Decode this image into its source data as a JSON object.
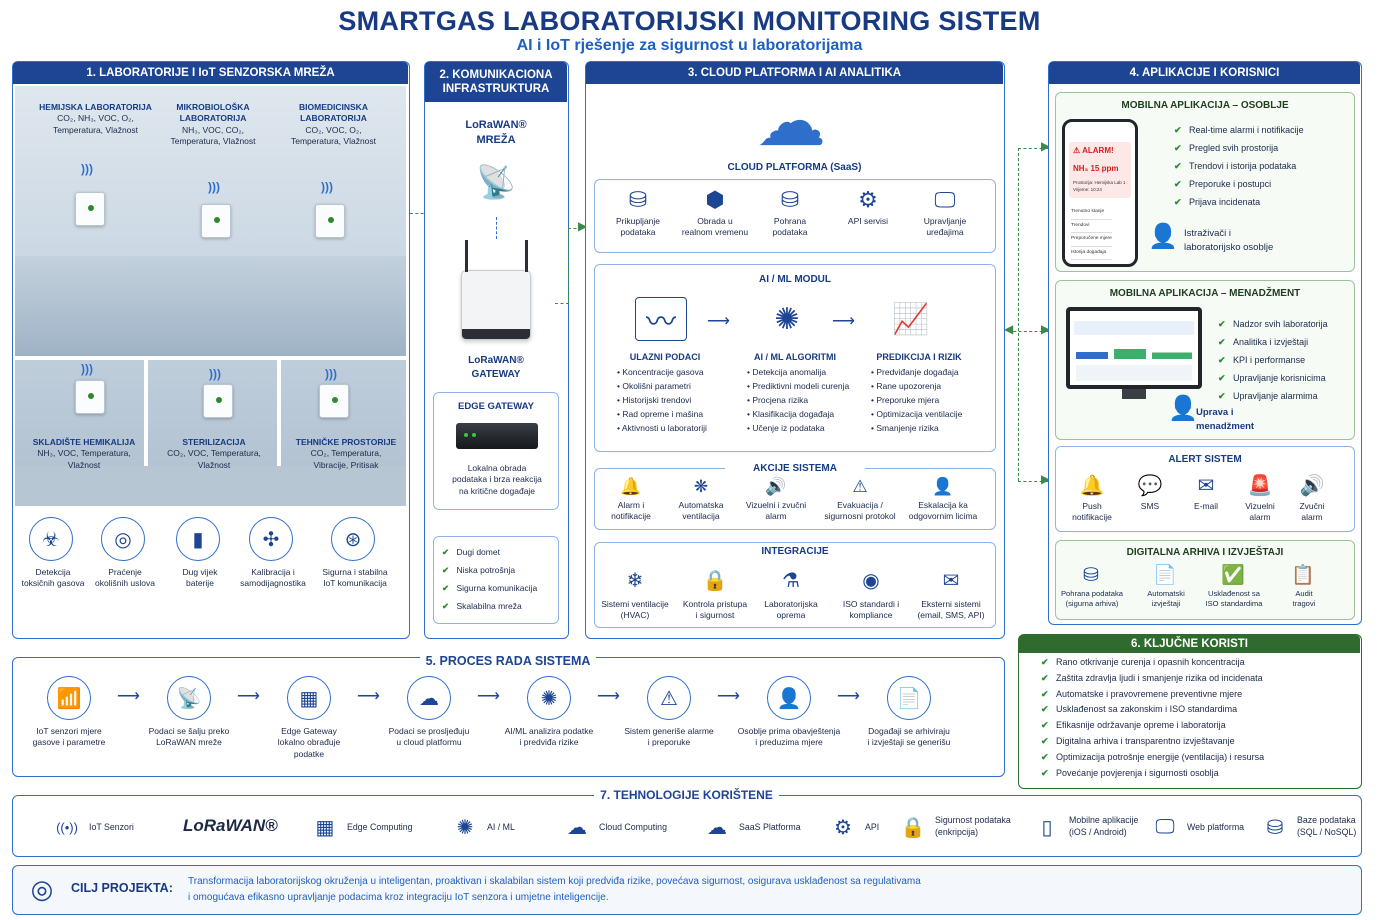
{
  "header": {
    "title": "SMARTGAS LABORATORIJSKI MONITORING SISTEM",
    "subtitle": "AI i IoT rješenje za sigurnost u laboratorijama"
  },
  "s1": {
    "title": "1. LABORATORIJE I IoT SENZORSKA MREŽA",
    "labs_top": [
      {
        "name": "HEMIJSKA LABORATORIJA",
        "params": "CO₂, NH₃, VOC, O₂,\nTemperatura, Vlažnost"
      },
      {
        "name": "MIKROBIOLOŠKA\nLABORATORIJA",
        "params": "NH₃, VOC, CO₂,\nTemperatura, Vlažnost"
      },
      {
        "name": "BIOMEDICINSKA\nLABORATORIJA",
        "params": "CO₂, VOC, O₂,\nTemperatura, Vlažnost"
      }
    ],
    "labs_bottom": [
      {
        "name": "SKLADIŠTE HEMIKALIJA",
        "params": "NH₃, VOC, Temperatura,\nVlažnost"
      },
      {
        "name": "STERILIZACIJA",
        "params": "CO₂, VOC, Temperatura,\nVlažnost"
      },
      {
        "name": "TEHNIČKE PROSTORIJE",
        "params": "CO₂, Temperatura,\nVibracije, Pritisak"
      }
    ],
    "features": [
      {
        "icon": "toxic-detection-icon",
        "glyph": "☣",
        "label": "Detekcija\ntoksičnih gasova"
      },
      {
        "icon": "target-icon",
        "glyph": "◎",
        "label": "Praćenje\nokolišnih uslova"
      },
      {
        "icon": "battery-icon",
        "glyph": "▮",
        "label": "Dug vijek\nbaterije"
      },
      {
        "icon": "network-icon",
        "glyph": "✣",
        "label": "Kalibracija i\nsamodijagnostika"
      },
      {
        "icon": "secure-wifi-icon",
        "glyph": "⊛",
        "label": "Sigurna i stabilna\nIoT komunikacija"
      }
    ]
  },
  "s2": {
    "title": "2. KOMUNIKACIONA\nINFRASTRUKTURA",
    "network": "LoRaWAN®\nMREŽA",
    "gateway": "LoRaWAN®\nGATEWAY",
    "edge_title": "EDGE GATEWAY",
    "edge_desc": "Lokalna obrada\npodataka i brza reakcija\nna kritične događaje",
    "checks": [
      "Dugi domet",
      "Niska potrošnja",
      "Sigurna komunikacija",
      "Skalabilna mreža"
    ]
  },
  "s3": {
    "title": "3. CLOUD PLATFORMA I AI ANALITIKA",
    "cloud_label": "CLOUD PLATFORMA (SaaS)",
    "services": [
      {
        "icon": "database-icon",
        "glyph": "⛁",
        "label": "Prikupljanje\npodataka"
      },
      {
        "icon": "cube-icon",
        "glyph": "⬢",
        "label": "Obrada u\nrealnom vremenu"
      },
      {
        "icon": "storage-icon",
        "glyph": "⛁",
        "label": "Pohrana\npodataka"
      },
      {
        "icon": "api-gear-icon",
        "glyph": "⚙",
        "label": "API servisi"
      },
      {
        "icon": "device-manage-icon",
        "glyph": "🖵",
        "label": "Upravljanje\nuređajima"
      }
    ],
    "ai_title": "AI / ML MODUL",
    "ai_cols": [
      {
        "icon": "waveform-icon",
        "glyph": "〰",
        "title": "ULAZNI PODACI",
        "items": [
          "Koncentracije gasova",
          "Okolišni parametri",
          "Historijski trendovi",
          "Rad opreme i mašina",
          "Aktivnosti u laboratoriji"
        ]
      },
      {
        "icon": "brain-icon",
        "glyph": "✺",
        "title": "AI / ML ALGORITMI",
        "items": [
          "Detekcija anomalija",
          "Prediktivni modeli curenja",
          "Procjena rizika",
          "Klasifikacija događaja",
          "Učenje iz podataka"
        ]
      },
      {
        "icon": "growth-chart-icon",
        "glyph": "📈",
        "title": "PREDIKCIJA I RIZIK",
        "items": [
          "Predviđanje događaja",
          "Rane upozorenja",
          "Preporuke mjera",
          "Optimizacija ventilacije",
          "Smanjenje rizika"
        ]
      }
    ],
    "actions_title": "AKCIJE SISTEMA",
    "actions": [
      {
        "icon": "bell-icon",
        "glyph": "🔔",
        "label": "Alarm i\nnotifikacije"
      },
      {
        "icon": "fan-icon",
        "glyph": "❋",
        "label": "Automatska\nventilacija"
      },
      {
        "icon": "speaker-icon",
        "glyph": "🔊",
        "label": "Vizuelni i zvučni\nalarm"
      },
      {
        "icon": "evacuation-icon",
        "glyph": "⚠",
        "label": "Evakuacija /\nsigurnosni protokol"
      },
      {
        "icon": "person-icon",
        "glyph": "👤",
        "label": "Eskalacija ka\nodgovornim licima"
      }
    ],
    "integ_title": "INTEGRACIJE",
    "integrations": [
      {
        "icon": "hvac-icon",
        "glyph": "❄",
        "label": "Sistemi ventilacije\n(HVAC)"
      },
      {
        "icon": "lock-icon",
        "glyph": "🔒",
        "label": "Kontrola pristupa\ni sigurnost"
      },
      {
        "icon": "lab-equipment-icon",
        "glyph": "⚗",
        "label": "Laboratorijska\noprema"
      },
      {
        "icon": "iso-icon",
        "glyph": "◉",
        "label": "ISO standardi i\nkompliance"
      },
      {
        "icon": "envelope-icon",
        "glyph": "✉",
        "label": "Eksterni sistemi\n(email, SMS, API)"
      }
    ]
  },
  "s4": {
    "title": "4. APLIKACIJE I KORISNICI",
    "mobile_staff": {
      "title": "MOBILNA APLIKACIJA – OSOBLJE",
      "phone_alarm": "ALARM!",
      "phone_value": "NH₃ 15 ppm",
      "phone_loc": "Prostorija: Hemijska Lab 1",
      "phone_time": "Vrijeme: 10:24",
      "phone_rows": [
        "Trenutno stanje",
        "Trendovi",
        "Preporučene mjere",
        "Istorija događaja"
      ],
      "checks": [
        "Real-time alarmi i notifikacije",
        "Pregled svih prostorija",
        "Trendovi i istorija podataka",
        "Preporuke i postupci",
        "Prijava incidenata"
      ],
      "user": "Istraživači i\nlaboratorijsko osoblje"
    },
    "mobile_mgmt": {
      "title": "MOBILNA APLIKACIJA – MENADŽMENT",
      "checks": [
        "Nadzor svih laboratorija",
        "Analitika i izvještaji",
        "KPI i performanse",
        "Upravljanje korisnicima",
        "Upravljanje alarmima"
      ],
      "user": "Uprava i\nmenadžment"
    },
    "alert": {
      "title": "ALERT SISTEM",
      "items": [
        {
          "icon": "push-bell-icon",
          "glyph": "🔔",
          "label": "Push\nnotifikacije"
        },
        {
          "icon": "sms-icon",
          "glyph": "💬",
          "label": "SMS"
        },
        {
          "icon": "email-icon",
          "glyph": "✉",
          "label": "E-mail"
        },
        {
          "icon": "beacon-icon",
          "glyph": "🚨",
          "label": "Vizuelni\nalarm"
        },
        {
          "icon": "sound-icon",
          "glyph": "🔊",
          "label": "Zvučni\nalarm"
        }
      ]
    },
    "archive": {
      "title": "DIGITALNA ARHIVA I IZVJEŠTAJI",
      "items": [
        {
          "icon": "archive-db-icon",
          "glyph": "⛁",
          "label": "Pohrana podataka\n(sigurna arhiva)"
        },
        {
          "icon": "report-icon",
          "glyph": "📄",
          "label": "Automatski\nizvještaji"
        },
        {
          "icon": "compliance-icon",
          "glyph": "✅",
          "label": "Usklađenost sa\nISO standardima"
        },
        {
          "icon": "audit-icon",
          "glyph": "📋",
          "label": "Audit\ntragovi"
        }
      ]
    }
  },
  "s5": {
    "title": "5. PROCES RADA SISTEMA",
    "steps": [
      {
        "icon": "sensor-icon",
        "glyph": "📶",
        "label": "IoT senzori mjere\ngasove i parametre"
      },
      {
        "icon": "antenna-icon",
        "glyph": "📡",
        "label": "Podaci se šalju preko\nLoRaWAN mreže"
      },
      {
        "icon": "router-icon",
        "glyph": "▦",
        "label": "Edge Gateway\nlokalno obrađuje\npodatke"
      },
      {
        "icon": "cloud-icon",
        "glyph": "☁",
        "label": "Podaci se prosljeđuju\nu cloud platformu"
      },
      {
        "icon": "ai-brain-icon",
        "glyph": "✺",
        "label": "AI/ML analizira podatke\ni predviđa rizike"
      },
      {
        "icon": "warning-icon",
        "glyph": "⚠",
        "label": "Sistem generiše alarme\ni preporuke"
      },
      {
        "icon": "user-icon",
        "glyph": "👤",
        "label": "Osoblje prima obavještenja\ni preduzima mjere"
      },
      {
        "icon": "document-icon",
        "glyph": "📄",
        "label": "Događaji se arhiviraju\ni izvještaji se generišu"
      }
    ]
  },
  "s6": {
    "title": "6. KLJUČNE KORISTI",
    "items": [
      "Rano otkrivanje curenja i opasnih koncentracija",
      "Zaštita zdravlja ljudi i smanjenje rizika od incidenata",
      "Automatske i pravovremene preventivne mjere",
      "Usklađenost sa zakonskim i ISO standardima",
      "Efikasnije održavanje opreme i laboratorija",
      "Digitalna arhiva i transparentno izvještavanje",
      "Optimizacija potrošnje energije (ventilacija) i resursa",
      "Povećanje povjerenja i sigurnosti osoblja"
    ]
  },
  "s7": {
    "title": "7. TEHNOLOGIJE KORIŠTENE",
    "items": [
      {
        "icon": "iot-sensor-icon",
        "glyph": "((•))",
        "label": "IoT Senzori"
      },
      {
        "icon": "lorawan-logo-icon",
        "glyph": "",
        "label": "LoRaWAN®"
      },
      {
        "icon": "edge-computing-icon",
        "glyph": "▦",
        "label": "Edge Computing"
      },
      {
        "icon": "ai-ml-icon",
        "glyph": "✺",
        "label": "AI / ML"
      },
      {
        "icon": "cloud-computing-icon",
        "glyph": "☁",
        "label": "Cloud Computing"
      },
      {
        "icon": "saas-icon",
        "glyph": "☁",
        "label": "SaaS Platforma"
      },
      {
        "icon": "api-icon",
        "glyph": "⚙",
        "label": "API"
      },
      {
        "icon": "security-lock-icon",
        "glyph": "🔒",
        "label": "Sigurnost podataka\n(enkripcija)"
      },
      {
        "icon": "mobile-icon",
        "glyph": "▯",
        "label": "Mobilne aplikacije\n(iOS / Android)"
      },
      {
        "icon": "web-icon",
        "glyph": "🖵",
        "label": "Web platforma"
      },
      {
        "icon": "database-tech-icon",
        "glyph": "⛁",
        "label": "Baze podataka\n(SQL / NoSQL)"
      }
    ]
  },
  "goal": {
    "title": "CILJ PROJEKTA:",
    "text": "Transformacija laboratorijskog okruženja u inteligentan, proaktivan i skalabilan sistem koji predviđa rizike, povećava sigurnost, osigurava usklađenost sa regulativama\ni omogućava efikasno upravljanje podacima kroz integraciju IoT senzora i umjetne inteligencije."
  },
  "colors": {
    "primary": "#1d4593",
    "accent": "#1f5fc0",
    "green": "#2f6b2f",
    "alarm": "#d32020"
  }
}
